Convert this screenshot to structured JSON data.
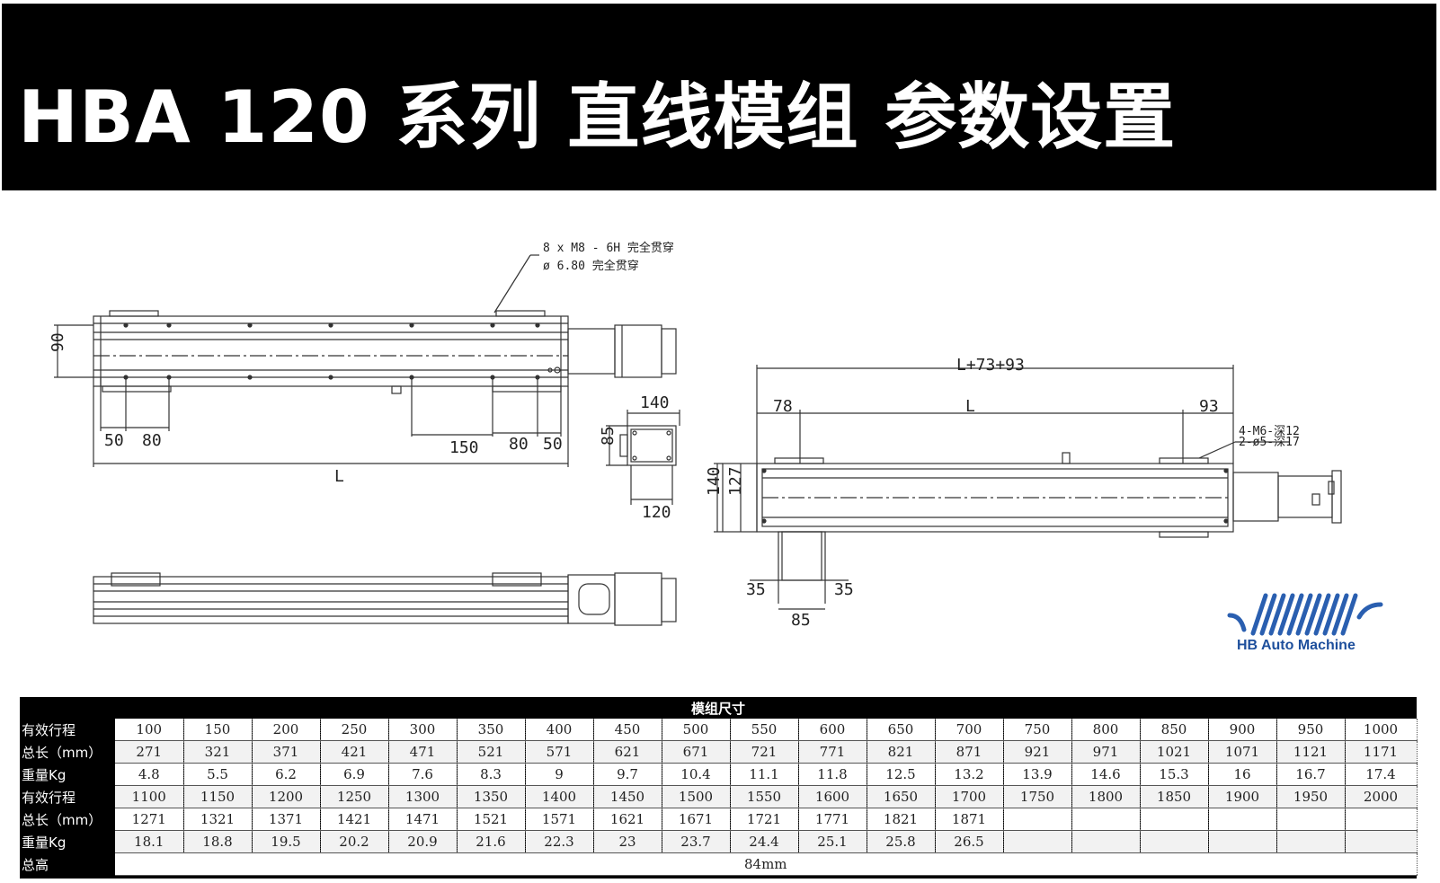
{
  "header": {
    "title": "HBA 120 系列 直线模组 参数设置"
  },
  "drawing": {
    "top_view": {
      "hole_note_line1": "8 x  M8 - 6H 完全贯穿",
      "hole_note_line2": "ø 6.80 完全贯穿",
      "dim_height": "90",
      "dim_50_left": "50",
      "dim_80_left": "80",
      "dim_150": "150",
      "dim_80_right": "80",
      "dim_50_right": "50",
      "dim_L": "L"
    },
    "end_view": {
      "dim_140": "140",
      "dim_85": "85",
      "dim_120": "120"
    },
    "side_view": {
      "dim_total": "L+73+93",
      "dim_78": "78",
      "dim_L": "L",
      "dim_93": "93",
      "hole_note_line1": "4-M6-深12",
      "hole_note_line2": "2-ø5-深17",
      "dim_140": "140",
      "dim_127": "127",
      "dim_35_left": "35",
      "dim_35_right": "35",
      "dim_85": "85"
    }
  },
  "logo": {
    "text": "HB Auto Machine",
    "color": "#1e4f9c"
  },
  "table": {
    "caption": "模组尺寸",
    "rows": [
      {
        "label": "有效行程",
        "cells": [
          "100",
          "150",
          "200",
          "250",
          "300",
          "350",
          "400",
          "450",
          "500",
          "550",
          "600",
          "650",
          "700",
          "750",
          "800",
          "850",
          "900",
          "950",
          "1000"
        ]
      },
      {
        "label": "总长（mm）",
        "cells": [
          "271",
          "321",
          "371",
          "421",
          "471",
          "521",
          "571",
          "621",
          "671",
          "721",
          "771",
          "821",
          "871",
          "921",
          "971",
          "1021",
          "1071",
          "1121",
          "1171"
        ]
      },
      {
        "label": "重量Kg",
        "cells": [
          "4.8",
          "5.5",
          "6.2",
          "6.9",
          "7.6",
          "8.3",
          "9",
          "9.7",
          "10.4",
          "11.1",
          "11.8",
          "12.5",
          "13.2",
          "13.9",
          "14.6",
          "15.3",
          "16",
          "16.7",
          "17.4"
        ]
      },
      {
        "label": "有效行程",
        "cells": [
          "1100",
          "1150",
          "1200",
          "1250",
          "1300",
          "1350",
          "1400",
          "1450",
          "1500",
          "1550",
          "1600",
          "1650",
          "1700",
          "1750",
          "1800",
          "1850",
          "1900",
          "1950",
          "2000"
        ]
      },
      {
        "label": "总长（mm）",
        "cells": [
          "1271",
          "1321",
          "1371",
          "1421",
          "1471",
          "1521",
          "1571",
          "1621",
          "1671",
          "1721",
          "1771",
          "1821",
          "1871",
          "",
          "",
          "",
          "",
          "",
          ""
        ]
      },
      {
        "label": "重量Kg",
        "cells": [
          "18.1",
          "18.8",
          "19.5",
          "20.2",
          "20.9",
          "21.6",
          "22.3",
          "23",
          "23.7",
          "24.4",
          "25.1",
          "25.8",
          "26.5",
          "",
          "",
          "",
          "",
          "",
          ""
        ]
      }
    ],
    "total_height_label": "总高",
    "total_height_value": "84mm"
  }
}
